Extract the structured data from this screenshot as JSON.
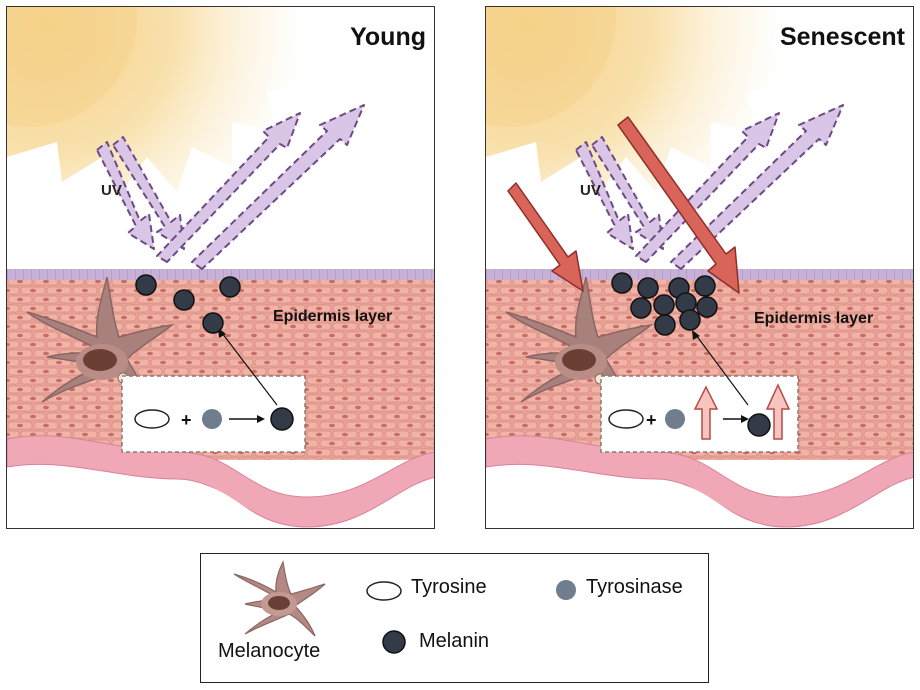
{
  "panels": {
    "young": {
      "title": "Young",
      "uv_label": "UV",
      "layer_label": "Epidermis layer"
    },
    "senescent": {
      "title": "Senescent",
      "uv_label": "UV",
      "layer_label": "Epidermis layer"
    }
  },
  "legend": {
    "melanocyte": "Melanocyte",
    "tyrosine": "Tyrosine",
    "tyrosinase": "Tyrosinase",
    "melanin": "Melanin"
  },
  "colors": {
    "uv_arrow_fill": "#d9c6e6",
    "uv_arrow_stroke": "#6e4a85",
    "strong_uv_arrow": "#d9645a",
    "melanin": "#343b48",
    "tyrosinase": "#6f7d8d",
    "skin": "#e9a497",
    "cell_nucleus": "#c86d66",
    "sun": "#f8d88e",
    "stratum_corneum": "#b9a2c8",
    "melanocyte": "#b78680",
    "basal_layer": "#f0a8b6",
    "upregulation_arrow": "#f7c5c0"
  }
}
